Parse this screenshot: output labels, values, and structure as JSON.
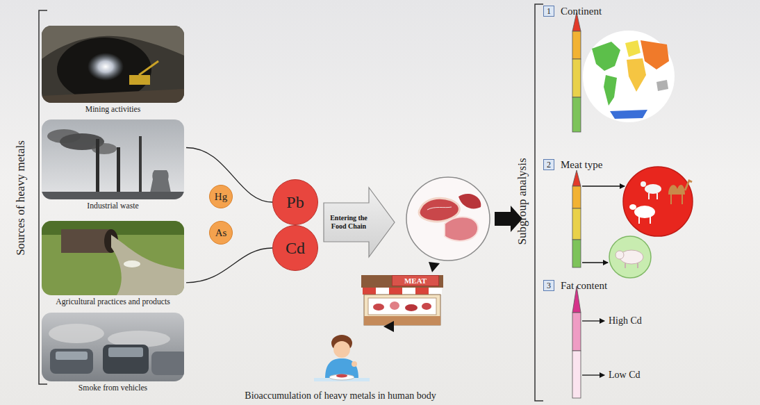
{
  "diagram": {
    "nodes": [
      {
        "text": [
          "Mining activities"
        ]
      },
      {
        "text": [
          "Industrial waste"
        ]
      },
      {
        "text": [
          "Agricultural practices and products"
        ]
      },
      {
        "text": [
          "Smoke from vehicles"
        ]
      },
      {
        "text": [
          "Hg"
        ]
      },
      {
        "text": [
          "As"
        ]
      },
      {
        "text": [
          "Pb"
        ]
      },
      {
        "text": [
          "Cd"
        ]
      },
      {
        "text": [
          "Entering the Food Chain"
        ]
      },
      {
        "text": [
          "MEAT"
        ]
      },
      {
        "text": [
          "1",
          "Continent"
        ]
      },
      {
        "text": [
          "2",
          "Meat type"
        ]
      },
      {
        "text": [
          "3",
          "Fat content"
        ]
      }
    ],
    "edges": [
      {
        "from": 1,
        "to": 6,
        "arrow": "none"
      },
      {
        "from": 2,
        "to": 7,
        "arrow": "none"
      }
    ],
    "labels": [
      "Sources of heavy metals",
      "Bioaccumulation of heavy metals in human body",
      "Subgroup analysis",
      "High Cd",
      "Low Cd"
    ]
  }
}
